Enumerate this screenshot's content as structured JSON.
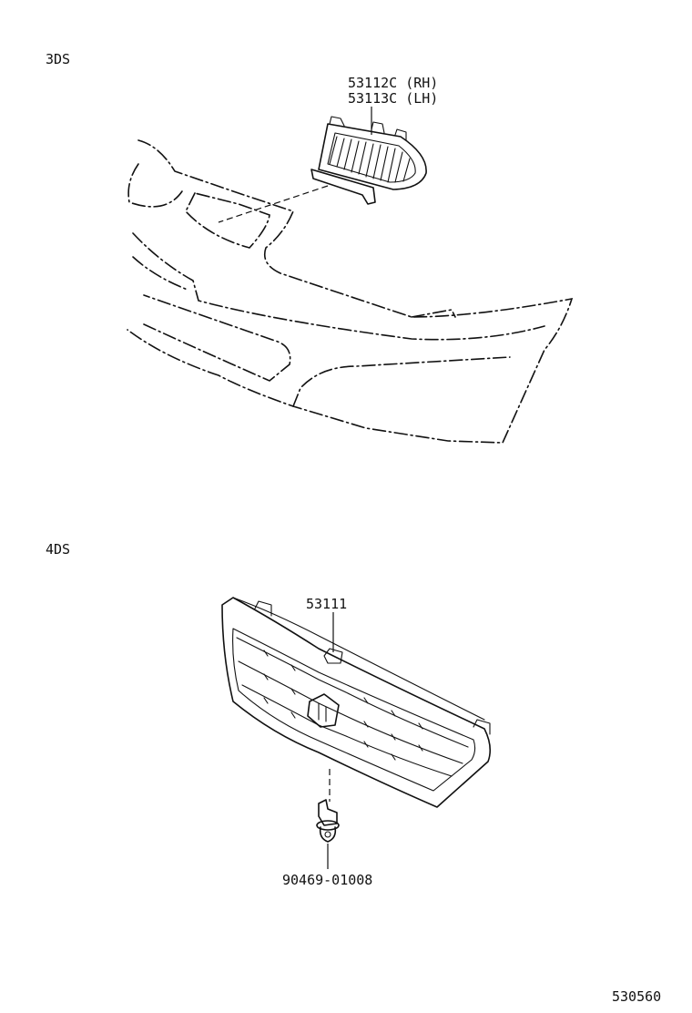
{
  "sections": [
    {
      "label": "3DS",
      "parts": [
        {
          "number": "53112C (RH)"
        },
        {
          "number": "53113C (LH)"
        }
      ]
    },
    {
      "label": "4DS",
      "parts": [
        {
          "number": "53111"
        },
        {
          "number": "90469-01008"
        }
      ]
    }
  ],
  "diagram_code": "530560"
}
